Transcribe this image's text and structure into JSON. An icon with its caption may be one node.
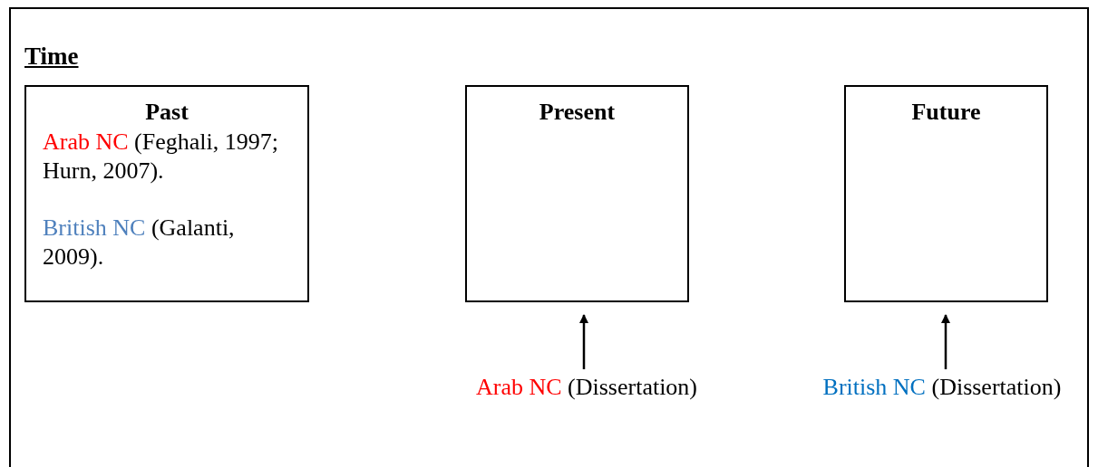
{
  "diagram": {
    "title": "Time",
    "nodes": [
      {
        "text": [
          "Past",
          "Arab NC",
          "(Feghali, 1997; Hurn, 2007).",
          "British NC",
          "(Galanti, 2009)."
        ]
      },
      {
        "text": [
          "Present"
        ]
      },
      {
        "text": [
          "Future"
        ]
      },
      {
        "text": [
          "Arab NC",
          "(Dissertation)"
        ]
      },
      {
        "text": [
          "British NC",
          "(Dissertation)"
        ]
      }
    ],
    "edges": [
      {
        "from": 3,
        "to": 1,
        "arrow": "to"
      },
      {
        "from": 4,
        "to": 2,
        "arrow": "to"
      }
    ]
  }
}
